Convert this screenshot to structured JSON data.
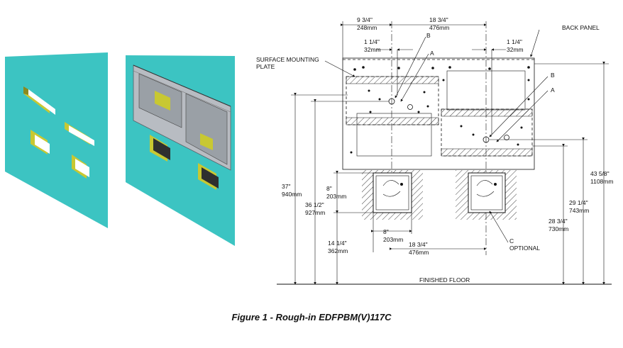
{
  "caption": "Figure 1 - Rough-in EDFPBM(V)117C",
  "colors": {
    "wall": "#3cc4c2",
    "opening": "#c8c832",
    "frame": "#9aa0a6",
    "line": "#111111"
  },
  "labels": {
    "back_panel": "BACK PANEL",
    "surface_mounting_1": "SURFACE MOUNTING",
    "surface_mounting_2": "PLATE",
    "a_top": "A",
    "b_top": "B",
    "b_right": "B",
    "a_right": "A",
    "c": "C",
    "optional": "OPTIONAL",
    "finished_floor": "FINISHED FLOOR"
  },
  "dims": {
    "d9_34": "9 3/4\"",
    "d248": "248mm",
    "d18_34_top": "18 3/4\"",
    "d476_top": "476mm",
    "d1_14_l": "1 1/4\"",
    "d32_l": "32mm",
    "d1_14_r": "1 1/4\"",
    "d32_r": "32mm",
    "d37": "37\"",
    "d940": "940mm",
    "d8_v": "8\"",
    "d203_v": "203mm",
    "d36_12": "36 1/2\"",
    "d927": "927mm",
    "d8_h": "8\"",
    "d203_h": "203mm",
    "d14_14": "14 1/4\"",
    "d362": "362mm",
    "d18_34_bot": "18 3/4\"",
    "d476_bot": "476mm",
    "d43_58": "43 5/8\"",
    "d1108": "1108mm",
    "d29_14": "29 1/4\"",
    "d743": "743mm",
    "d28_34": "28 3/4\"",
    "d730": "730mm"
  }
}
